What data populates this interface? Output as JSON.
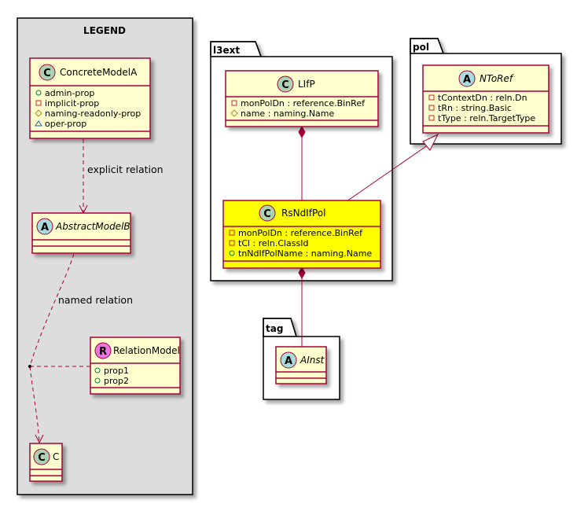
{
  "legend": {
    "title": "LEGEND",
    "concrete_class": {
      "stereotype_glyph": "C",
      "name": "ConcreteModelA",
      "attributes": [
        "admin-prop",
        "implicit-prop",
        "naming-readonly-prop",
        "oper-prop"
      ]
    },
    "abstract_class": {
      "stereotype_glyph": "A",
      "name": "AbstractModelB"
    },
    "relation_class": {
      "stereotype_glyph": "R",
      "name": "RelationModel",
      "attributes": [
        "prop1",
        "prop2"
      ]
    },
    "target_class": {
      "stereotype_glyph": "C",
      "name": "C"
    },
    "explicit_relation_label": "explicit relation",
    "named_relation_label": "named relation"
  },
  "packages": {
    "l3ext": {
      "name": "l3ext",
      "lifp": {
        "stereotype_glyph": "C",
        "name": "LIfP",
        "attributes": [
          "monPolDn : reference.BinRef",
          "name : naming.Name"
        ]
      },
      "rsndifpol": {
        "stereotype_glyph": "C",
        "name": "RsNdIfPol",
        "attributes": [
          "monPolDn : reference.BinRef",
          "tCl : reln.ClassId",
          "tnNdIfPolName : naming.Name"
        ]
      }
    },
    "pol": {
      "name": "pol",
      "ntoref": {
        "stereotype_glyph": "A",
        "name": "NToRef",
        "attributes": [
          "tContextDn : reln.Dn",
          "tRn : string.Basic",
          "tType : reln.TargetType"
        ]
      }
    },
    "tag": {
      "name": "tag",
      "ainst": {
        "stereotype_glyph": "A",
        "name": "AInst"
      }
    }
  },
  "colors": {
    "class_fill": "#FEFECE",
    "highlight_fill": "#FFFF00",
    "class_border": "#A80036",
    "legend_fill": "#DDDDDD",
    "concrete_badge": "#ADD1B2",
    "abstract_badge": "#A9DCDF",
    "relation_badge": "#EB74DF"
  }
}
